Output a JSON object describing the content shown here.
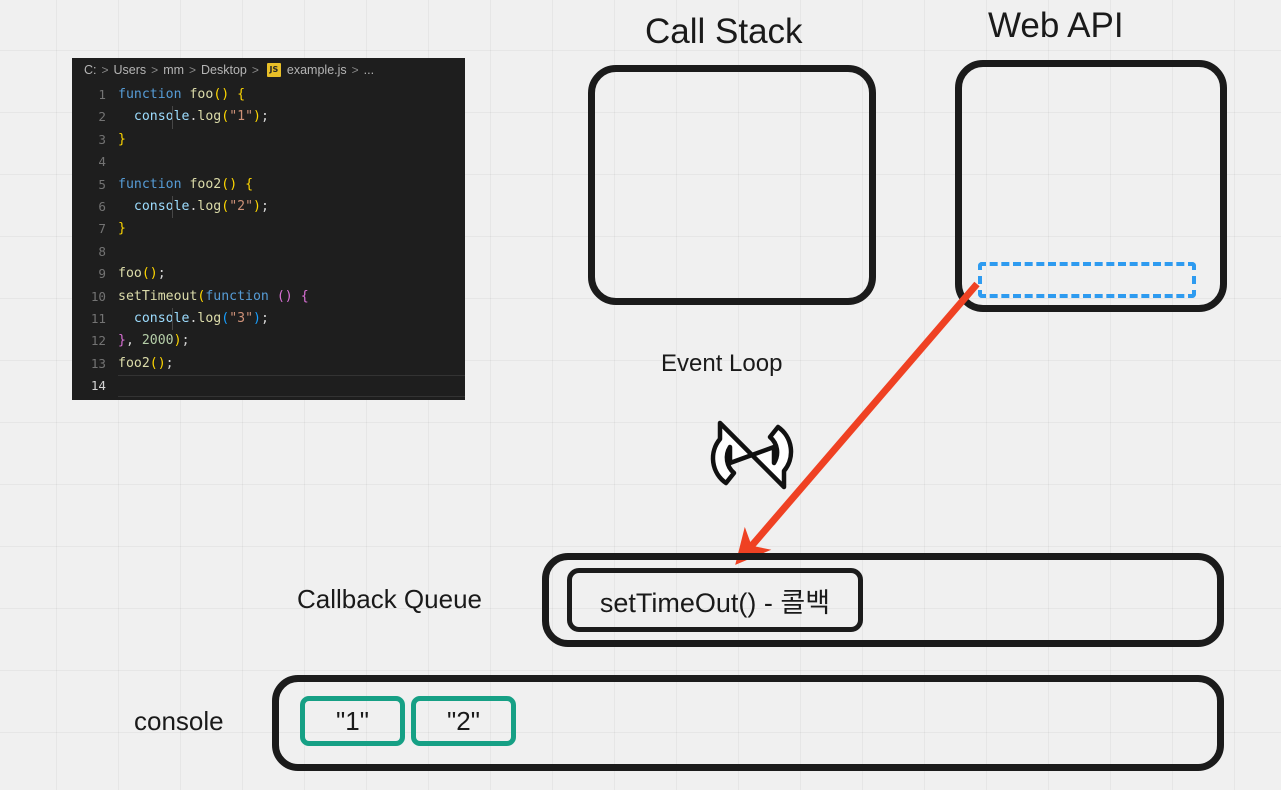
{
  "editor": {
    "breadcrumb": {
      "segments": [
        "C:",
        "Users",
        "mm",
        "Desktop"
      ],
      "separator": ">",
      "file_icon": "js-file-icon",
      "file_icon_label": "JS",
      "filename": "example.js",
      "overflow": "..."
    },
    "lines": [
      {
        "num": "1",
        "tokens": [
          {
            "t": "function",
            "c": "t-kw"
          },
          {
            "t": " ",
            "c": "t-p"
          },
          {
            "t": "foo",
            "c": "t-fn"
          },
          {
            "t": "()",
            "c": "t-py"
          },
          {
            "t": " ",
            "c": "t-p"
          },
          {
            "t": "{",
            "c": "t-py"
          }
        ]
      },
      {
        "num": "2",
        "indent": true,
        "tokens": [
          {
            "t": "  ",
            "c": "t-p"
          },
          {
            "t": "console",
            "c": "t-var"
          },
          {
            "t": ".",
            "c": "t-p"
          },
          {
            "t": "log",
            "c": "t-fn"
          },
          {
            "t": "(",
            "c": "t-py"
          },
          {
            "t": "\"1\"",
            "c": "t-str"
          },
          {
            "t": ")",
            "c": "t-py"
          },
          {
            "t": ";",
            "c": "t-p"
          }
        ]
      },
      {
        "num": "3",
        "tokens": [
          {
            "t": "}",
            "c": "t-py"
          }
        ]
      },
      {
        "num": "4",
        "tokens": []
      },
      {
        "num": "5",
        "tokens": [
          {
            "t": "function",
            "c": "t-kw"
          },
          {
            "t": " ",
            "c": "t-p"
          },
          {
            "t": "foo2",
            "c": "t-fn"
          },
          {
            "t": "()",
            "c": "t-py"
          },
          {
            "t": " ",
            "c": "t-p"
          },
          {
            "t": "{",
            "c": "t-py"
          }
        ]
      },
      {
        "num": "6",
        "indent": true,
        "tokens": [
          {
            "t": "  ",
            "c": "t-p"
          },
          {
            "t": "console",
            "c": "t-var"
          },
          {
            "t": ".",
            "c": "t-p"
          },
          {
            "t": "log",
            "c": "t-fn"
          },
          {
            "t": "(",
            "c": "t-py"
          },
          {
            "t": "\"2\"",
            "c": "t-str"
          },
          {
            "t": ")",
            "c": "t-py"
          },
          {
            "t": ";",
            "c": "t-p"
          }
        ]
      },
      {
        "num": "7",
        "tokens": [
          {
            "t": "}",
            "c": "t-py"
          }
        ]
      },
      {
        "num": "8",
        "tokens": []
      },
      {
        "num": "9",
        "tokens": [
          {
            "t": "foo",
            "c": "t-fn"
          },
          {
            "t": "()",
            "c": "t-py"
          },
          {
            "t": ";",
            "c": "t-p"
          }
        ]
      },
      {
        "num": "10",
        "tokens": [
          {
            "t": "setTimeout",
            "c": "t-fn"
          },
          {
            "t": "(",
            "c": "t-py"
          },
          {
            "t": "function",
            "c": "t-kw"
          },
          {
            "t": " ",
            "c": "t-p"
          },
          {
            "t": "()",
            "c": "t-pp"
          },
          {
            "t": " ",
            "c": "t-p"
          },
          {
            "t": "{",
            "c": "t-pp"
          }
        ]
      },
      {
        "num": "11",
        "indent": true,
        "tokens": [
          {
            "t": "  ",
            "c": "t-p"
          },
          {
            "t": "console",
            "c": "t-var"
          },
          {
            "t": ".",
            "c": "t-p"
          },
          {
            "t": "log",
            "c": "t-fn"
          },
          {
            "t": "(",
            "c": "t-pb"
          },
          {
            "t": "\"3\"",
            "c": "t-str"
          },
          {
            "t": ")",
            "c": "t-pb"
          },
          {
            "t": ";",
            "c": "t-p"
          }
        ]
      },
      {
        "num": "12",
        "tokens": [
          {
            "t": "}",
            "c": "t-pp"
          },
          {
            "t": ",",
            "c": "t-p"
          },
          {
            "t": " ",
            "c": "t-p"
          },
          {
            "t": "2000",
            "c": "t-num"
          },
          {
            "t": ")",
            "c": "t-py"
          },
          {
            "t": ";",
            "c": "t-p"
          }
        ]
      },
      {
        "num": "13",
        "tokens": [
          {
            "t": "foo2",
            "c": "t-fn"
          },
          {
            "t": "()",
            "c": "t-py"
          },
          {
            "t": ";",
            "c": "t-p"
          }
        ]
      },
      {
        "num": "14",
        "active": true,
        "tokens": []
      }
    ]
  },
  "diagram": {
    "call_stack": {
      "title": "Call Stack",
      "items": []
    },
    "web_api": {
      "title": "Web API",
      "pending_task_label": ""
    },
    "event_loop": {
      "title": "Event Loop",
      "icon": "loop-refresh-icon"
    },
    "callback_queue": {
      "label": "Callback Queue",
      "items": [
        "setTimeOut() - 콜백"
      ]
    },
    "console": {
      "label": "console",
      "items": [
        "\"1\"",
        "\"2\""
      ]
    },
    "arrow": {
      "name": "web-api-to-callback-queue-arrow",
      "color": "#ef4123"
    }
  },
  "colors": {
    "background": "#f0f0f0",
    "box_border": "#1b1b1b",
    "console_item_border": "#16a085",
    "dashed_selection": "#2e9bf0",
    "arrow_red": "#ef4123",
    "editor_bg": "#1e1e1e"
  }
}
